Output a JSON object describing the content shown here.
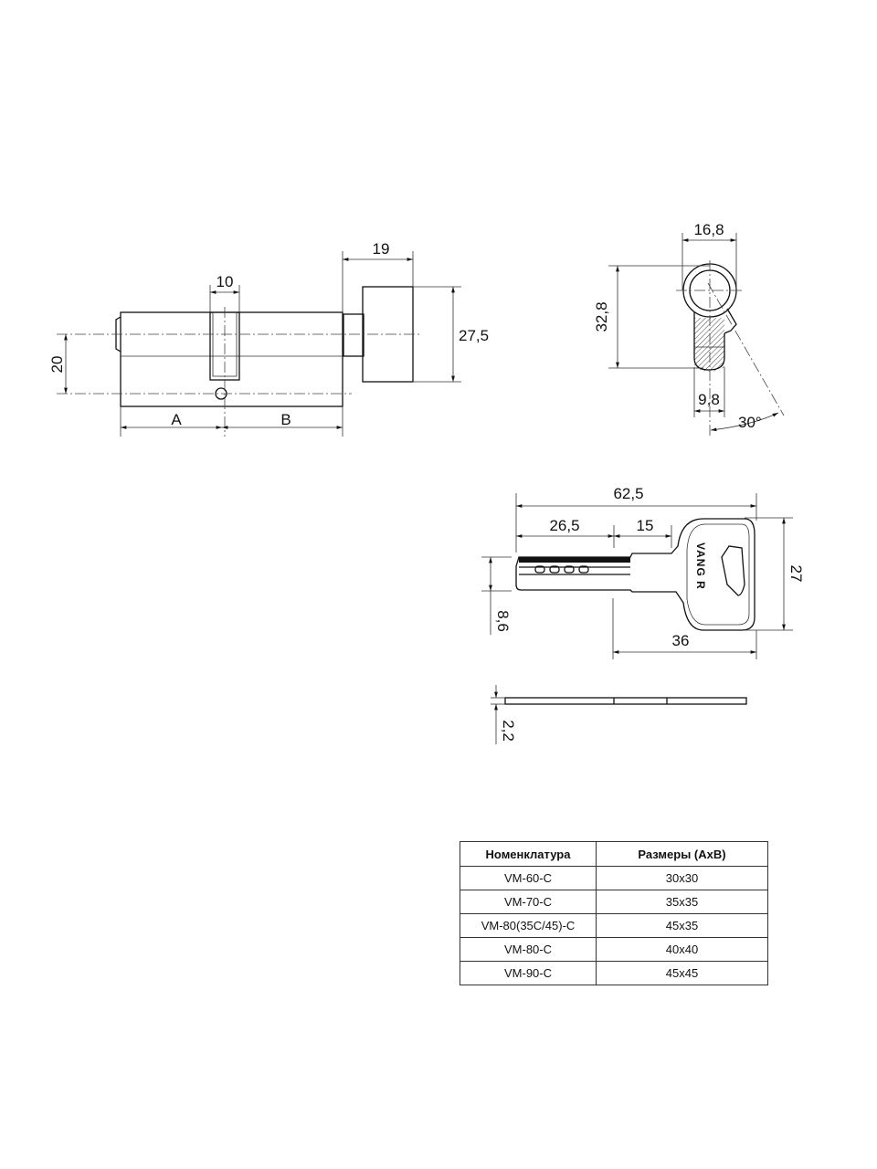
{
  "cylinder_view": {
    "dims": {
      "cam_width": "10",
      "knob_width": "19",
      "knob_height": "27,5",
      "axis_distance": "20",
      "side_a": "A",
      "side_b": "B"
    }
  },
  "profile_view": {
    "dims": {
      "width": "16,8",
      "height": "32,8",
      "bottom_width": "9,8",
      "angle": "30°"
    }
  },
  "key_view": {
    "brand": "VANG R",
    "dims": {
      "total_length": "62,5",
      "blade_length": "26,5",
      "shoulder": "15",
      "bow_height": "27",
      "blade_height": "8,6",
      "bow_length": "36",
      "thickness": "2,2"
    }
  },
  "table": {
    "headers": [
      "Номенклатура",
      "Размеры (AxB)"
    ],
    "rows": [
      [
        "VM-60-C",
        "30x30"
      ],
      [
        "VM-70-C",
        "35x35"
      ],
      [
        "VM-80(35C/45)-C",
        "45x35"
      ],
      [
        "VM-80-C",
        "40x40"
      ],
      [
        "VM-90-C",
        "45x45"
      ]
    ]
  }
}
